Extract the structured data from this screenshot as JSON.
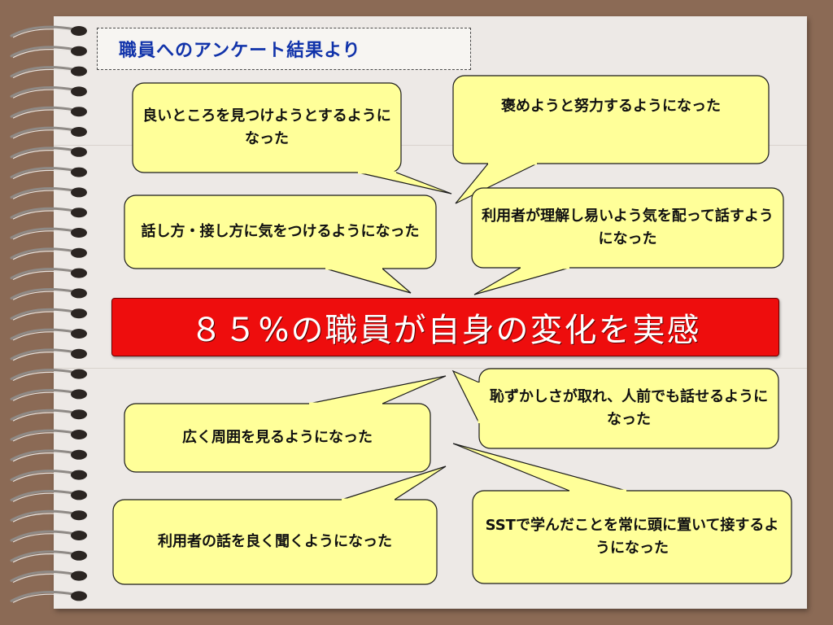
{
  "title": "職員へのアンケート結果より",
  "banner": {
    "text": "８５%の職員が自身の変化を実感",
    "color": "#ee0d0d"
  },
  "bubble_fill": "#ffff99",
  "bubbles": [
    {
      "text": "良いところを見つけようとするようになった"
    },
    {
      "text": "褒めようと努力するようになった"
    },
    {
      "text": "話し方・接し方に気をつけるようになった"
    },
    {
      "text": "利用者が理解し易いよう気を配って話すようになった"
    },
    {
      "text": "恥ずかしさが取れ、人前でも話せるようになった"
    },
    {
      "text": "広く周囲を見るようになった"
    },
    {
      "text": "利用者の話を良く聞くようになった"
    },
    {
      "text": "SSTで学んだことを常に頭に置いて接するようになった"
    }
  ]
}
